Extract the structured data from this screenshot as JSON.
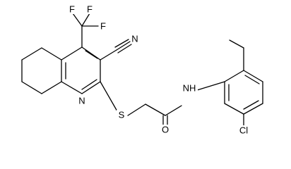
{
  "molecule": {
    "atom_labels": {
      "F1": "F",
      "F2": "F",
      "F3": "F",
      "N_nitrile": "N",
      "N_pyridine": "N",
      "S": "S",
      "O": "O",
      "NH": "NH",
      "Cl": "Cl"
    }
  }
}
